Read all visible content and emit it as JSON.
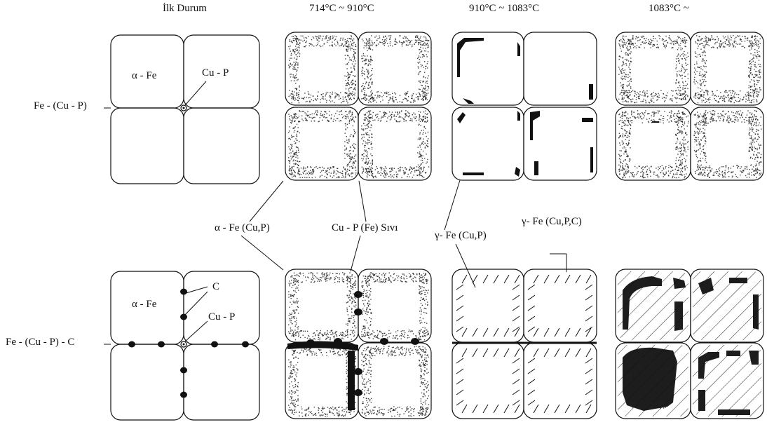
{
  "columns": {
    "initial": "İlk Durum",
    "range1": "714°C ~ 910°C",
    "range2": "910°C ~ 1083°C",
    "range3": "1083°C ~"
  },
  "rows": {
    "top": "Fe - (Cu - P)",
    "bottom": "Fe - (Cu - P) - C"
  },
  "labels": {
    "alpha_fe_top": "α - Fe",
    "cu_p_top": "Cu - P",
    "alpha_fe_bottom": "α - Fe",
    "c_label": "C",
    "cu_p_bottom": "Cu - P",
    "alpha_fe_cu_p": "α - Fe (Cu,P)",
    "cu_p_fe_liquid": "Cu - P (Fe) Sıvı",
    "gamma_fe_cu_p": "γ- Fe (Cu,P)",
    "gamma_fe_cu_p_c": "γ- Fe (Cu,P,C)"
  },
  "colors": {
    "line": "#111111",
    "stipple": "#333333"
  }
}
